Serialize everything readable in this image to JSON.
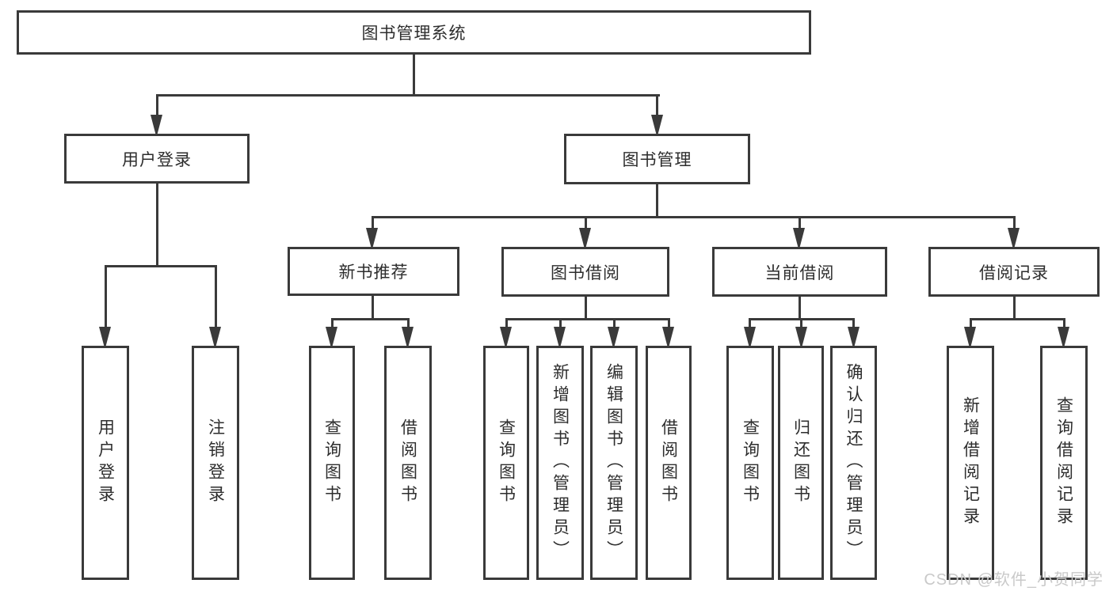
{
  "root": {
    "label": "图书管理系统"
  },
  "branches": [
    {
      "label": "用户登录",
      "children": [
        {
          "label": "用户登录"
        },
        {
          "label": "注销登录"
        }
      ]
    },
    {
      "label": "图书管理",
      "groups": [
        {
          "label": "新书推荐",
          "children": [
            {
              "label": "查询图书"
            },
            {
              "label": "借阅图书"
            }
          ]
        },
        {
          "label": "图书借阅",
          "children": [
            {
              "label": "查询图书"
            },
            {
              "label": "新增图书（管理员）"
            },
            {
              "label": "编辑图书（管理员）"
            },
            {
              "label": "借阅图书"
            }
          ]
        },
        {
          "label": "当前借阅",
          "children": [
            {
              "label": "查询图书"
            },
            {
              "label": "归还图书"
            },
            {
              "label": "确认归还（管理员）"
            }
          ]
        },
        {
          "label": "借阅记录",
          "children": [
            {
              "label": "新增借阅记录"
            },
            {
              "label": "查询借阅记录"
            }
          ]
        }
      ]
    }
  ],
  "watermark": "CSDN @软件_小贺同学",
  "colors": {
    "line": "#3a3a3a",
    "text": "#2d2d2d",
    "watermark": "#c9c9c9"
  }
}
